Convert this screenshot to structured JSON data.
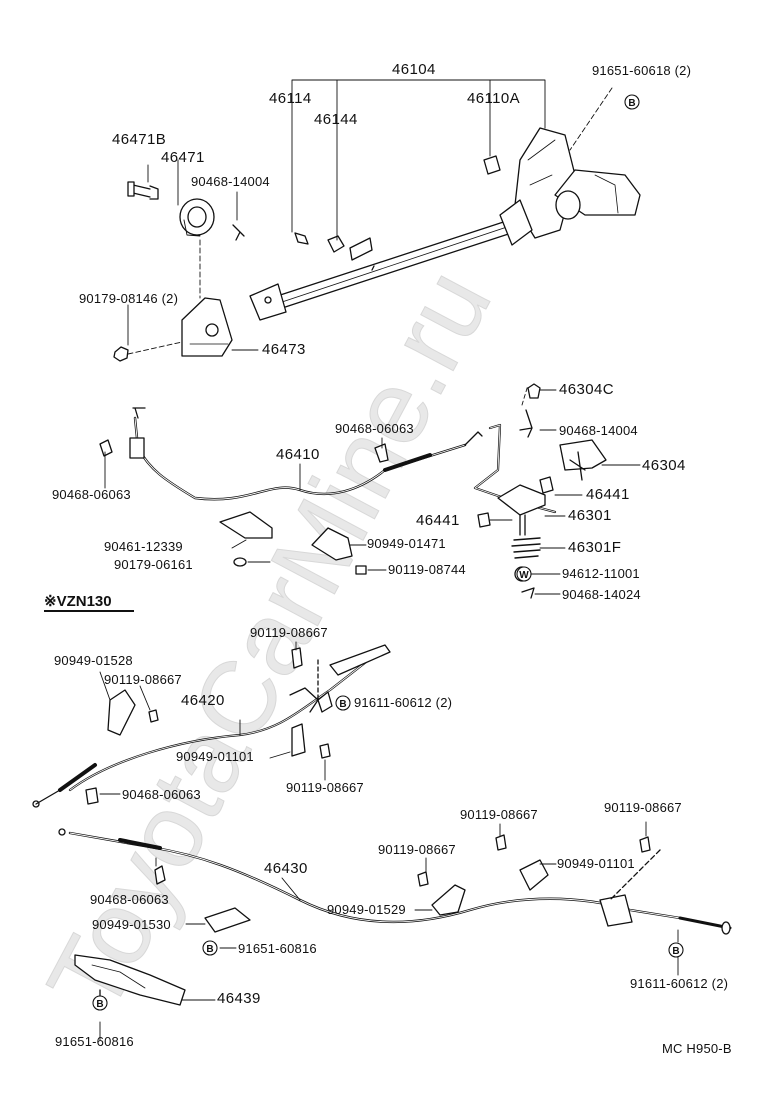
{
  "watermark": "ToyotaCarMine.ru",
  "figure_code": "MC H950-B",
  "variant_marker": "※VZN130",
  "callouts": {
    "c46104": "46104",
    "c46114": "46114",
    "c46144": "46144",
    "c46110A": "46110A",
    "c91651_60618": "91651-60618 (2)",
    "c46471B": "46471B",
    "c46471": "46471",
    "c90468_14004a": "90468-14004",
    "c90179_08146": "90179-08146 (2)",
    "c46473": "46473",
    "c46304C": "46304C",
    "c90468_14004b": "90468-14004",
    "c46304": "46304",
    "c46441a": "46441",
    "c46441b": "46441",
    "c46301": "46301",
    "c46301F": "46301F",
    "c94612_11001": "94612-11001",
    "c90468_14024": "90468-14024",
    "c90468_06063a": "90468-06063",
    "c46410": "46410",
    "c90468_06063b": "90468-06063",
    "c90461_12339": "90461-12339",
    "c90179_06161": "90179-06161",
    "c90949_01471": "90949-01471",
    "c90119_08744": "90119-08744",
    "c90119_08667a": "90119-08667",
    "c90949_01528": "90949-01528",
    "c90119_08667b": "90119-08667",
    "c46420": "46420",
    "c91611_60612a": "91611-60612 (2)",
    "c90949_01101a": "90949-01101",
    "c90119_08667c": "90119-08667",
    "c90468_06063c": "90468-06063",
    "c90119_08667d": "90119-08667",
    "c90119_08667e": "90119-08667",
    "c90119_08667f": "90119-08667",
    "c90949_01101b": "90949-01101",
    "c46430": "46430",
    "c90949_01529": "90949-01529",
    "c90468_06063d": "90468-06063",
    "c90949_01530": "90949-01530",
    "c91651_60816a": "91651-60816",
    "c46439": "46439",
    "c91651_60816b": "91651-60816",
    "c91611_60612b": "91611-60612 (2)"
  },
  "badges": {
    "b": "B",
    "w": "W"
  },
  "colors": {
    "ink": "#111111",
    "watermark": "#e6e6e6",
    "paper": "#ffffff"
  }
}
